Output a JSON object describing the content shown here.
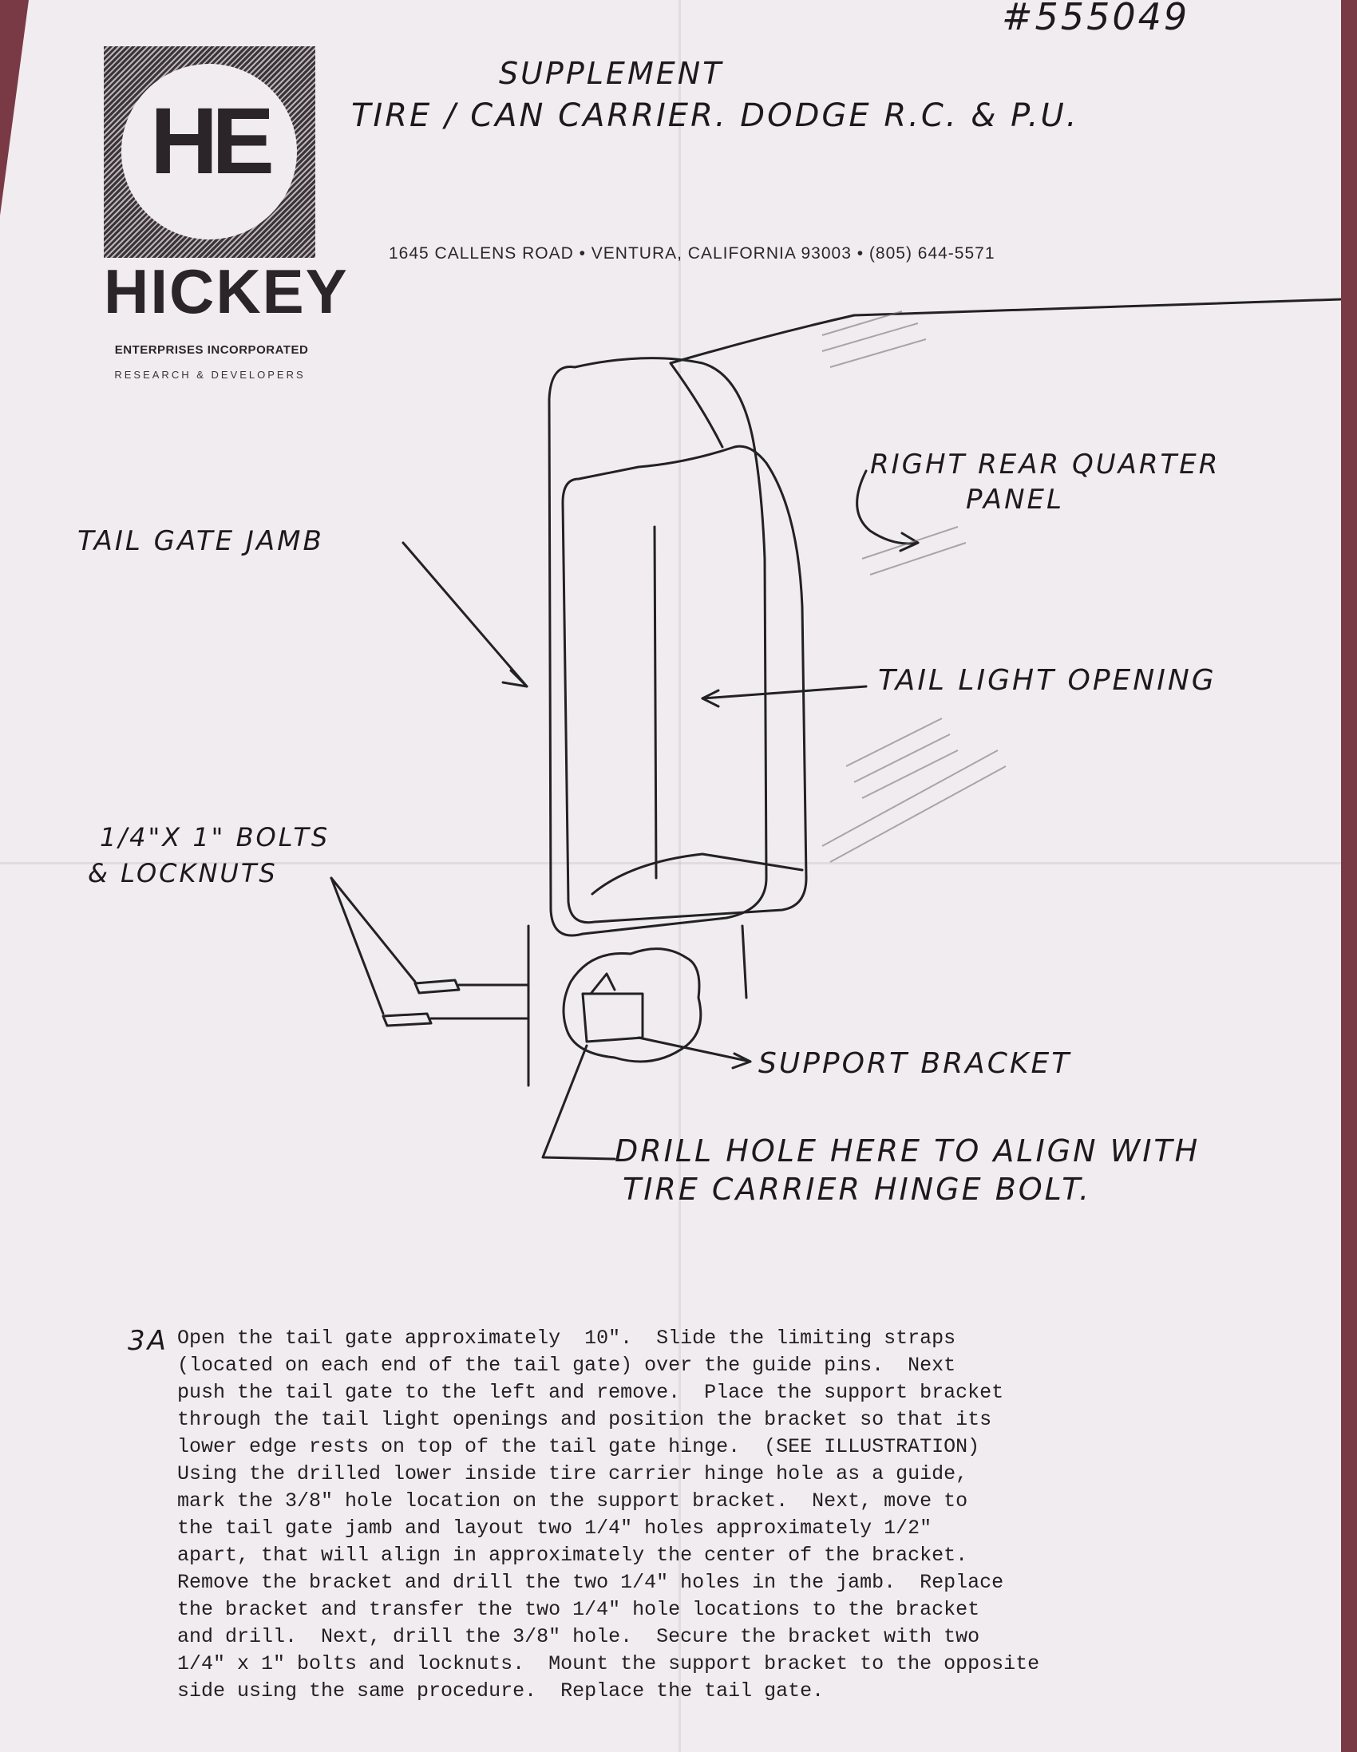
{
  "doc_number": "#555049",
  "header": {
    "title_line1": "SUPPLEMENT",
    "title_line2": "TIRE / CAN CARRIER. DODGE R.C. & P.U."
  },
  "logo": {
    "mark": "HE",
    "name": "HICKEY",
    "subtitle": "ENTERPRISES INCORPORATED",
    "tagline": "RESEARCH & DEVELOPERS"
  },
  "address": "1645 CALLENS ROAD  •  VENTURA, CALIFORNIA 93003  •  (805) 644-5571",
  "callouts": {
    "quarter_panel_1": "RIGHT REAR QUARTER",
    "quarter_panel_2": "PANEL",
    "tail_gate_jamb": "TAIL GATE JAMB",
    "tail_light_opening": "TAIL LIGHT  OPENING",
    "bolts_1": "1/4\"X 1\" BOLTS",
    "bolts_2": "& LOCKNUTS",
    "support_bracket": "SUPPORT BRACKET",
    "drill_1": "DRILL HOLE HERE TO ALIGN WITH",
    "drill_2": "TIRE CARRIER HINGE BOLT."
  },
  "step_label": "3A",
  "instructions": [
    "Open the tail gate approximately  10\".  Slide the limiting straps",
    "(located on each end of the tail gate) over the guide pins.  Next",
    "push the tail gate to the left and remove.  Place the support bracket",
    "through the tail light openings and position the bracket so that its",
    "lower edge rests on top of the tail gate hinge.  (SEE ILLUSTRATION)",
    "Using the drilled lower inside tire carrier hinge hole as a guide,",
    "mark the 3/8\" hole location on the support bracket.  Next, move to",
    "the tail gate jamb and layout two 1/4\" holes approximately 1/2\"",
    "apart, that will align in approximately the center of the bracket.",
    "Remove the bracket and drill the two 1/4\" holes in the jamb.  Replace",
    "the bracket and transfer the two 1/4\" hole locations to the bracket",
    "and drill.  Next, drill the 3/8\" hole.  Secure the bracket with two",
    "1/4\" x 1\" bolts and locknuts.  Mount the support bracket to the opposite",
    "side using the same procedure.  Replace the tail gate."
  ]
}
